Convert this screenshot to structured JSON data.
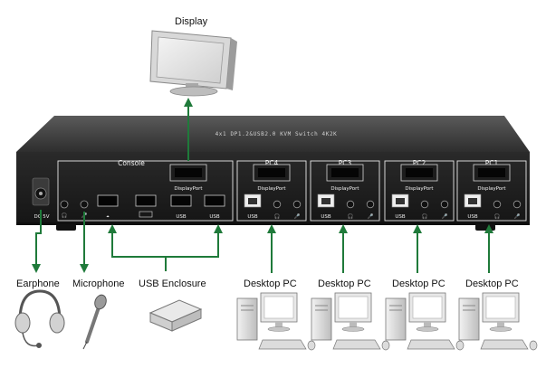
{
  "device": {
    "title": "4x1 DP1.2&USB2.0 KVM Switch 4K2K",
    "power_label": "DC 5V"
  },
  "console": {
    "label": "Console",
    "displayport_label": "DisplayPort",
    "usb_labels": [
      "USB",
      "USB"
    ]
  },
  "pcs": [
    {
      "label": "PC4",
      "dp_label": "DisplayPort",
      "usb_label": "USB"
    },
    {
      "label": "PC3",
      "dp_label": "DisplayPort",
      "usb_label": "USB"
    },
    {
      "label": "PC2",
      "dp_label": "DisplayPort",
      "usb_label": "USB"
    },
    {
      "label": "PC1",
      "dp_label": "DisplayPort",
      "usb_label": "USB"
    }
  ],
  "peripherals": {
    "display": "Display",
    "earphone": "Earphone",
    "microphone": "Microphone",
    "usb_enclosure": "USB Enclosure",
    "desktop_pc": [
      "Desktop PC",
      "Desktop PC",
      "Desktop PC",
      "Desktop PC"
    ]
  },
  "colors": {
    "arrow": "#1f7a3a",
    "chassis": "#2a2a2a",
    "panel": "#1c1c1c",
    "outline": "#e8e8e8"
  }
}
